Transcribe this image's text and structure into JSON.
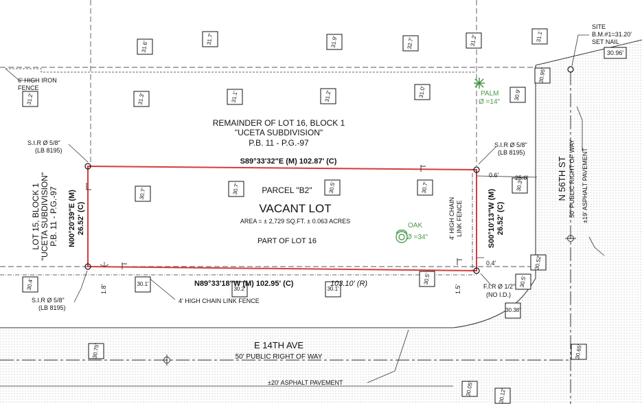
{
  "site": {
    "line1": "SITE",
    "line2": "B.M.#1=31.20'",
    "line3": "SET NAIL",
    "elev": "30.96'"
  },
  "iron_fence": {
    "line1": "6' HIGH IRON",
    "line2": "FENCE"
  },
  "remainder": {
    "line1": "REMAINDER OF LOT 16, BLOCK 1",
    "line2": "\"UCETA SUBDIVISION\"",
    "line3": "P.B. 11 - P.G.-97"
  },
  "parcel": {
    "name": "PARCEL \"B2\"",
    "title": "VACANT LOT",
    "area": "AREA = ± 2,729 SQ.FT.  ± 0.063 ACRES",
    "part": "PART OF LOT 16"
  },
  "lot15": {
    "line1": "LOT 15, BLOCK 1",
    "line2": "\"UCETA SUBDIVISION\"",
    "line3": "P.B. 11 - P.G.-97"
  },
  "bearings": {
    "north": "S89°33'32\"E (M) 102.87' (C)",
    "south_prefix": "N89°33'18\"W (M) 102.95' (C)",
    "south_record": "103.10' (R)",
    "west_1": "N00°20'39\"E (M)",
    "west_2": "26.52' (C)",
    "east_1": "S00°10'13\"W (M)",
    "east_2": "26.52' (C)"
  },
  "monuments": {
    "sir_nw_1": "S.I.R Ø 5/8\"",
    "sir_nw_2": "(LB 8195)",
    "sir_ne_1": "S.I.R Ø 5/8\"",
    "sir_ne_2": "(LB 8195)",
    "sir_sw_1": "S.I.R Ø 5/8\"",
    "sir_sw_2": "(LB 8195)",
    "fir_se_1": "F.I.R Ø 1/2\"",
    "fir_se_2": "(NO I.D.)"
  },
  "offsets": {
    "east_top": "0.6'",
    "east_bottom": "0.4'",
    "sw": "1.8'",
    "se": "1.5'",
    "row": "25.0'"
  },
  "fences": {
    "south": "4' HIGH CHAIN LINK FENCE",
    "east_1": "4' HIGH CHAIN",
    "east_2": "LINK FENCE"
  },
  "trees": {
    "palm_1": "PALM",
    "palm_2": "Ø =14\"",
    "oak_1": "OAK",
    "oak_2": "Ø =34\""
  },
  "streets": {
    "n56_name": "N 56TH ST",
    "n56_row": "50' PUBLIC RIGHT OF WAY",
    "n56_pave": "±19' ASPHALT PAVEMENT",
    "e14_name": "E 14TH AVE",
    "e14_row": "50' PUBLIC RIGHT OF WAY",
    "e14_pave": "±20' ASPHALT PAVEMENT"
  },
  "elevations": [
    "31.6'",
    "31.7'",
    "31.9'",
    "32.7'",
    "31.2'",
    "31.1'",
    "31.2'",
    "31.3'",
    "31.1'",
    "31.2'",
    "31.0'",
    "30.9'",
    "30.95'",
    "30.7'",
    "30.7'",
    "30.5'",
    "30.7'",
    "30.3'",
    "30.4'",
    "30.1'",
    "30.2'",
    "30.1'",
    "30.5'",
    "30.5'",
    "30.52'",
    "30.38'",
    "30.75'",
    "30.65'",
    "30.05'",
    "30.12'"
  ]
}
